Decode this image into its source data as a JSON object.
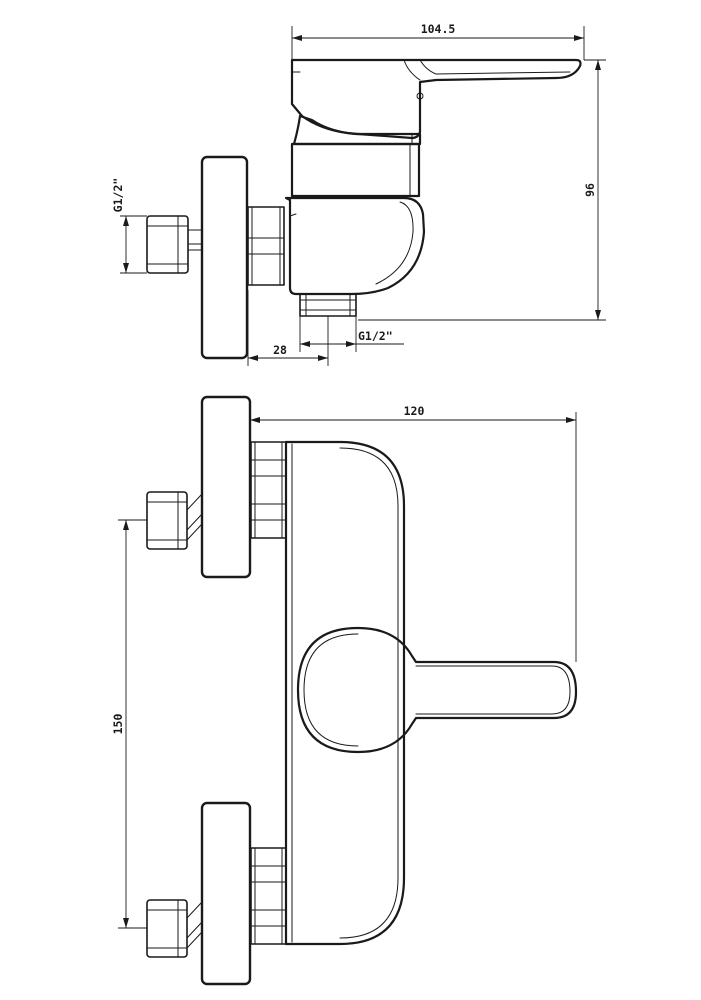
{
  "side_view": {
    "dim_width": "104.5",
    "dim_height": "96",
    "dim_inlet_thread": "G1/2\"",
    "dim_outlet_thread": "G1/2\"",
    "dim_offset": "28"
  },
  "front_view": {
    "dim_width": "120",
    "dim_center_distance": "150"
  }
}
